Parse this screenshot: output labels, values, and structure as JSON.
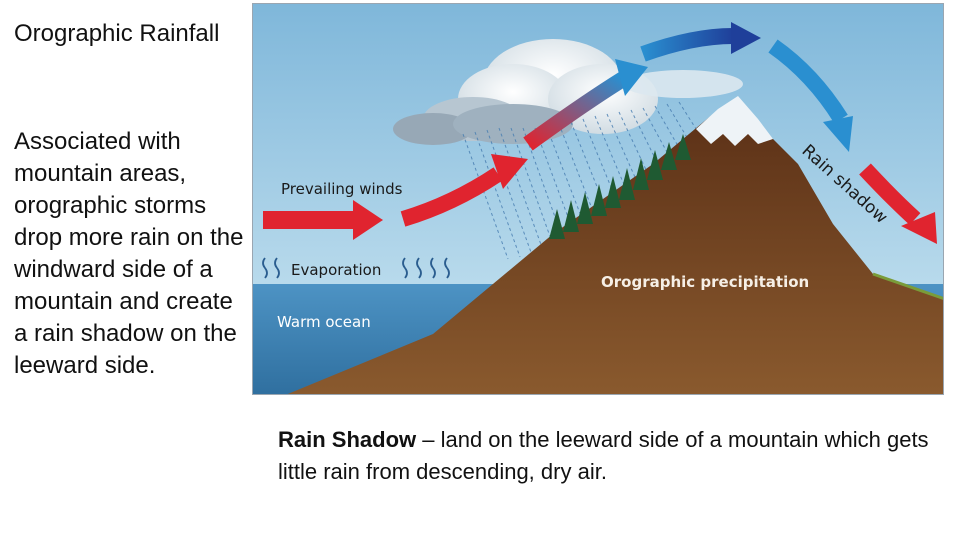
{
  "slide": {
    "title": "Orographic Rainfall",
    "body": "Associated with mountain areas, orographic storms drop more rain on the windward side of a mountain and create a rain shadow on the leeward side.",
    "caption_term": "Rain Shadow",
    "caption_rest": " – land on the leeward side of a mountain which gets little rain from descending, dry air."
  },
  "diagram": {
    "labels": {
      "prevailing_winds": "Prevailing winds",
      "evaporation": "Evaporation",
      "warm_ocean": "Warm ocean",
      "orographic_precipitation": "Orographic precipitation",
      "rain_shadow": "Rain shadow"
    },
    "colors": {
      "sky": "#a9d3e8",
      "ocean": "#3f86b9",
      "mountain": "#6b3a1c",
      "wind_warm": "#e0242f",
      "wind_cool": "#1f4fa3"
    }
  }
}
